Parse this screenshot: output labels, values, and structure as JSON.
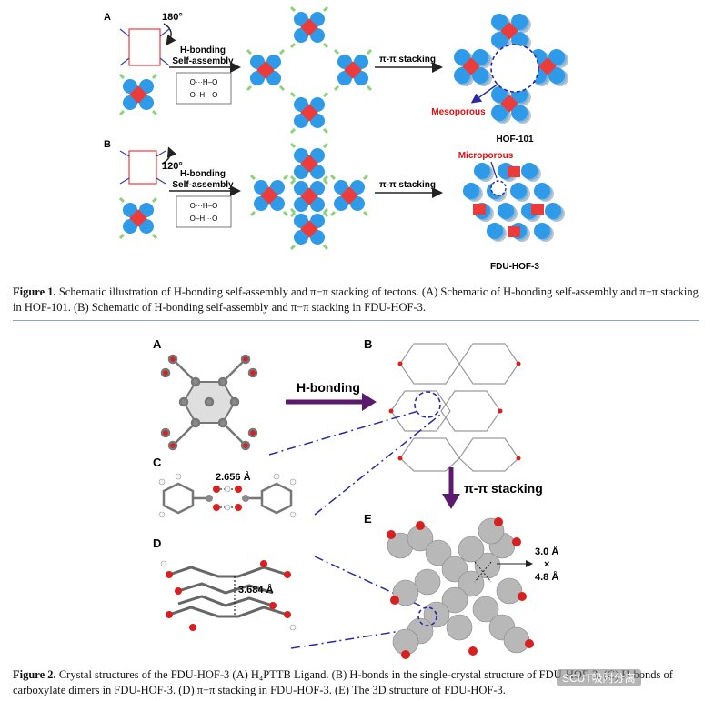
{
  "figure1": {
    "panel_a": {
      "letter": "A",
      "angle": "180°",
      "step1_label_line1": "H-bonding",
      "step1_label_line2": "Self-assembly",
      "step2_label": "π-π stacking",
      "pore_label": "Mesoporous",
      "product_label": "HOF-101"
    },
    "panel_b": {
      "letter": "B",
      "angle": "120°",
      "step1_label_line1": "H-bonding",
      "step1_label_line2": "Self-assembly",
      "step2_label": "π-π stacking",
      "pore_label": "Microporous",
      "product_label": "FDU-HOF-3"
    },
    "caption": {
      "label": "Figure 1.",
      "text": " Schematic illustration of H-bonding self-assembly and π−π stacking of tectons. (A) Schematic of H-bonding self-assembly and π−π stacking in HOF-101. (B) Schematic of H-bonding self-assembly and π−π stacking in FDU-HOF-3."
    }
  },
  "figure2": {
    "panels": {
      "a": "A",
      "b": "B",
      "c": "C",
      "d": "D",
      "e": "E"
    },
    "hbond_label": "H-bonding",
    "stacking_label": "π-π stacking",
    "hbond_distance": "2.656 Å",
    "stacking_distance": "3.684 Å",
    "pore_dim_1": "3.0 Å",
    "pore_dim_x": "×",
    "pore_dim_2": "4.8 Å",
    "caption": {
      "label": "Figure 2.",
      "text": " Crystal structures of the FDU-HOF-3 (A) H₄PTTB Ligand. (B) H-bonds in the single-crystal structure of FDU-HOF-3. (C) H-bonds of carboxylate dimers in FDU-HOF-3. (D) π−π stacking in FDU-HOF-3. (E) The 3D structure of FDU-HOF-3."
    }
  },
  "watermark": "SCUT吸附分离",
  "colors": {
    "blue_node": "#2f9be8",
    "red_core": "#ec3b3b",
    "green_linker": "#8fd07a",
    "dark_blue_dash": "#2a2aa0",
    "purple_arrow": "#5b1a6e",
    "pore_red_text": "#e01010"
  }
}
